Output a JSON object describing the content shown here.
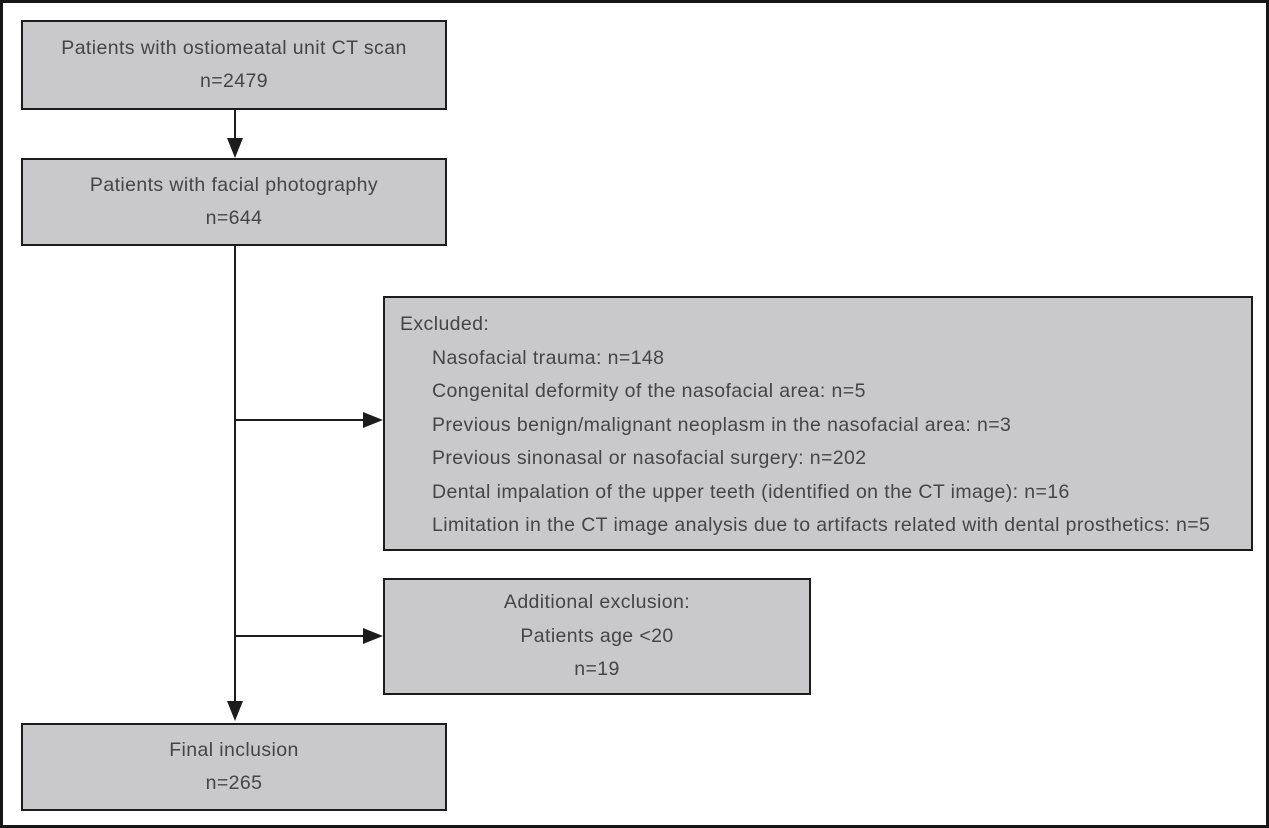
{
  "colors": {
    "box_fill": "#c9c9cb",
    "box_border": "#1c1c1c",
    "text": "#454547",
    "frame_border": "#161616"
  },
  "flow": {
    "box1": {
      "label": "Patients with ostiomeatal unit CT scan",
      "count": "n=2479"
    },
    "box2": {
      "label": "Patients with facial photography",
      "count": "n=644"
    },
    "excluded": {
      "title": "Excluded:",
      "items": [
        "Nasofacial trauma: n=148",
        "Congenital deformity of the nasofacial area: n=5",
        "Previous benign/malignant neoplasm in the nasofacial area: n=3",
        "Previous sinonasal or nasofacial surgery: n=202",
        "Dental impalation of the upper teeth (identified on the CT image): n=16",
        "Limitation in the CT image analysis due to artifacts related with dental prosthetics: n=5"
      ]
    },
    "additional": {
      "title": "Additional exclusion:",
      "condition": "Patients age <20",
      "count": "n=19"
    },
    "final": {
      "label": "Final inclusion",
      "count": "n=265"
    }
  }
}
